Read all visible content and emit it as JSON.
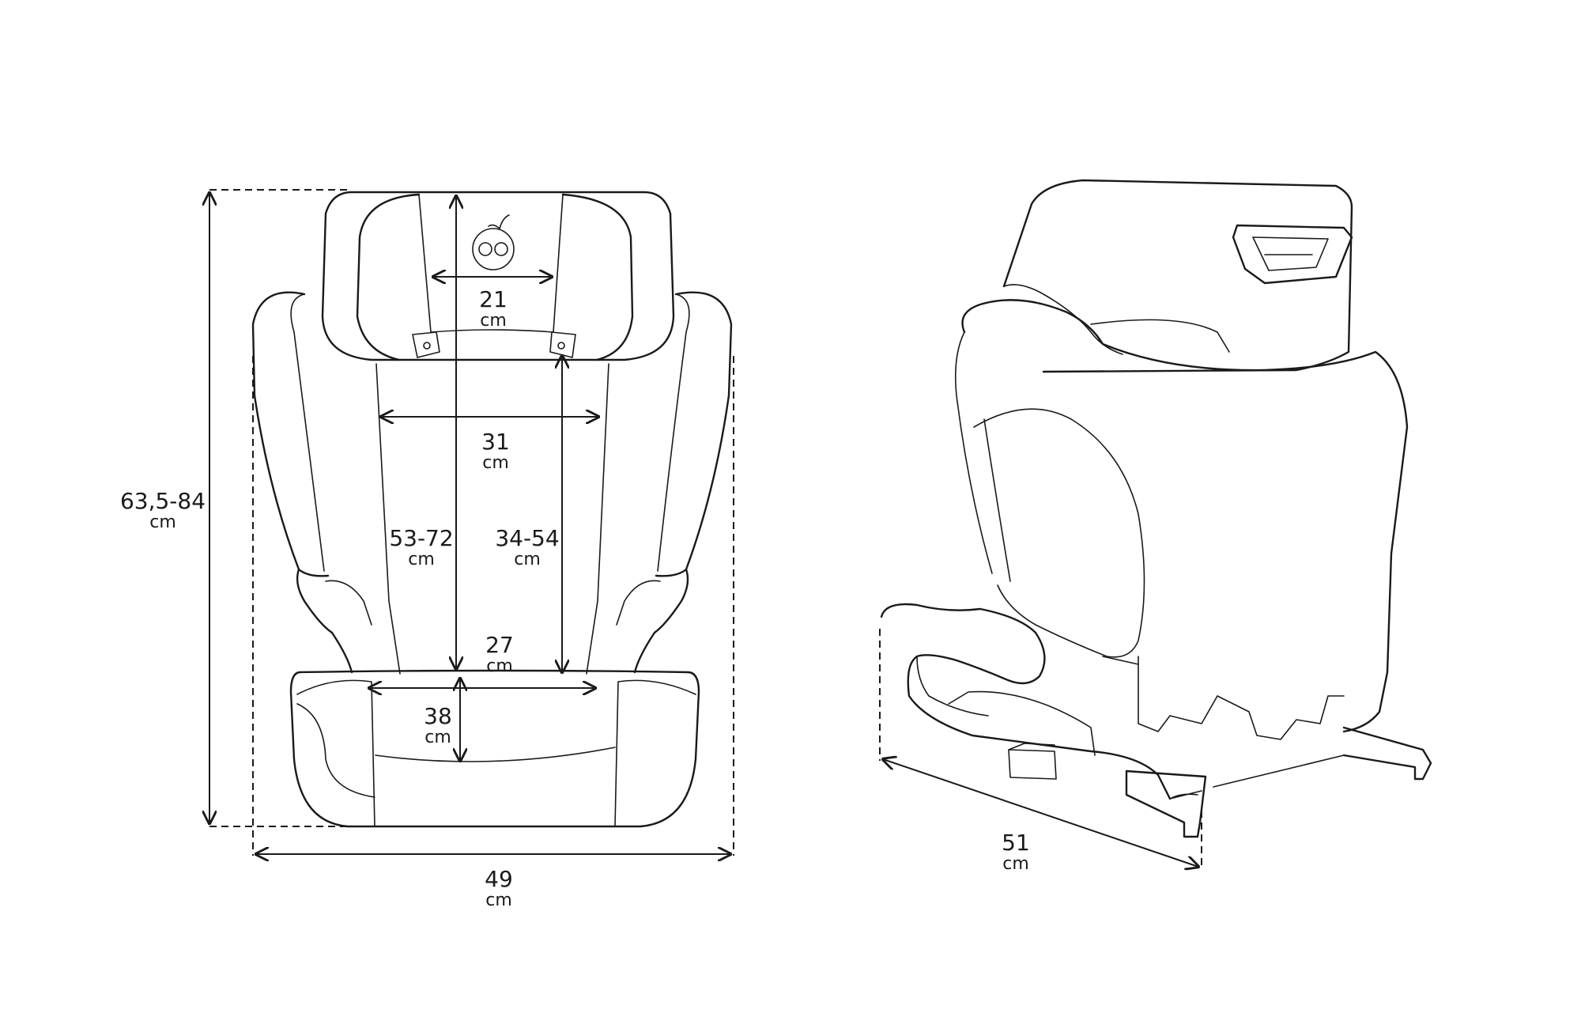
{
  "front_view": {
    "dimensions": {
      "headrest_width": {
        "value": "21",
        "unit": "cm"
      },
      "back_width": {
        "value": "31",
        "unit": "cm"
      },
      "back_height": {
        "value": "53-72",
        "unit": "cm"
      },
      "shoulder_height": {
        "value": "34-54",
        "unit": "cm"
      },
      "seat_width": {
        "value": "27",
        "unit": "cm"
      },
      "seat_depth": {
        "value": "38",
        "unit": "cm"
      },
      "total_height": {
        "value": "63,5-84",
        "unit": "cm"
      },
      "total_width": {
        "value": "49",
        "unit": "cm"
      }
    },
    "logo_icon": "owl-logo-icon"
  },
  "side_view": {
    "dimensions": {
      "depth": {
        "value": "51",
        "unit": "cm"
      }
    }
  },
  "colors": {
    "line": "#1a1a1a",
    "background": "#ffffff"
  }
}
